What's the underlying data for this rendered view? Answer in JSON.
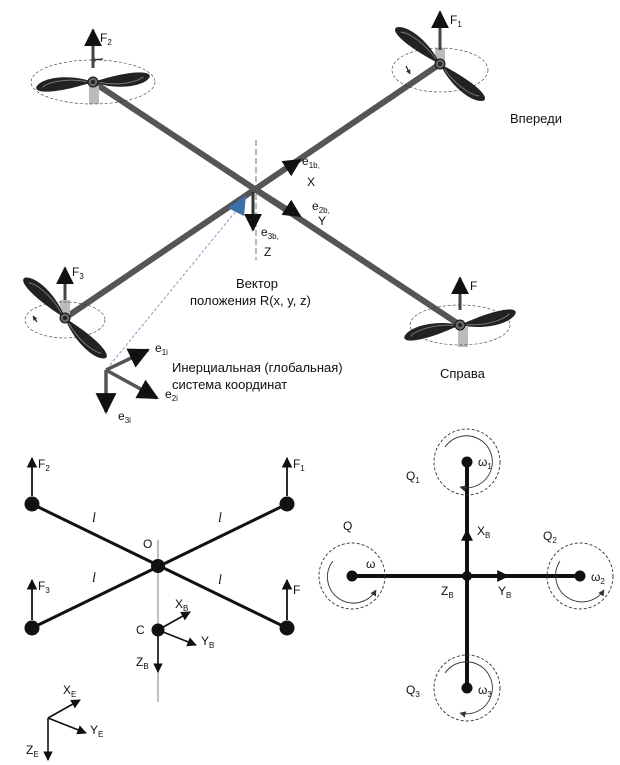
{
  "top": {
    "forces": {
      "f1": "F",
      "f1_sub": "1",
      "f2": "F",
      "f2_sub": "2",
      "f3": "F",
      "f3_sub": "3",
      "f4": "F"
    },
    "body_axes": {
      "e1b": "e",
      "e1b_sub": "1b,",
      "x": "X",
      "e2b": "e",
      "e2b_sub": "2b,",
      "y": "Y",
      "e3b": "e",
      "e3b_sub": "3b,",
      "z": "Z"
    },
    "front_label": "Впереди",
    "right_label": "Справа",
    "position_vector_line1": "Вектор",
    "position_vector_line2": "положения R(x, y, z)",
    "inertial_line1": "Инерциальная (глобальная)",
    "inertial_line2": "система координат",
    "inertial_axes": {
      "e1i": "e",
      "e1i_sub": "1i",
      "e2i": "e",
      "e2i_sub": "2i",
      "e3i": "e",
      "e3i_sub": "3i"
    }
  },
  "bottom_left": {
    "forces": {
      "f1": "F",
      "f1_sub": "1",
      "f2": "F",
      "f2_sub": "2",
      "f3": "F",
      "f3_sub": "3",
      "f4": "F"
    },
    "arm_label": "l",
    "center_label": "O",
    "cg_label": "C",
    "body_axes": {
      "xb": "X",
      "xb_sub": "B",
      "yb": "Y",
      "yb_sub": "B",
      "zb": "Z",
      "zb_sub": "B"
    },
    "earth_axes": {
      "xe": "X",
      "xe_sub": "E",
      "ye": "Y",
      "ye_sub": "E",
      "ze": "Z",
      "ze_sub": "E"
    }
  },
  "bottom_right": {
    "torques": {
      "q1": "Q",
      "q1_sub": "1",
      "q2": "Q",
      "q2_sub": "2",
      "q3": "Q",
      "q3_sub": "3",
      "q4": "Q"
    },
    "speeds": {
      "w1": "ω",
      "w1_sub": "1",
      "w2": "ω",
      "w2_sub": "2",
      "w3": "ω",
      "w3_sub": "3",
      "w4": "ω"
    },
    "body_axes": {
      "xb": "X",
      "xb_sub": "B",
      "yb": "Y",
      "yb_sub": "B",
      "zb": "Z",
      "zb_sub": "B"
    }
  }
}
